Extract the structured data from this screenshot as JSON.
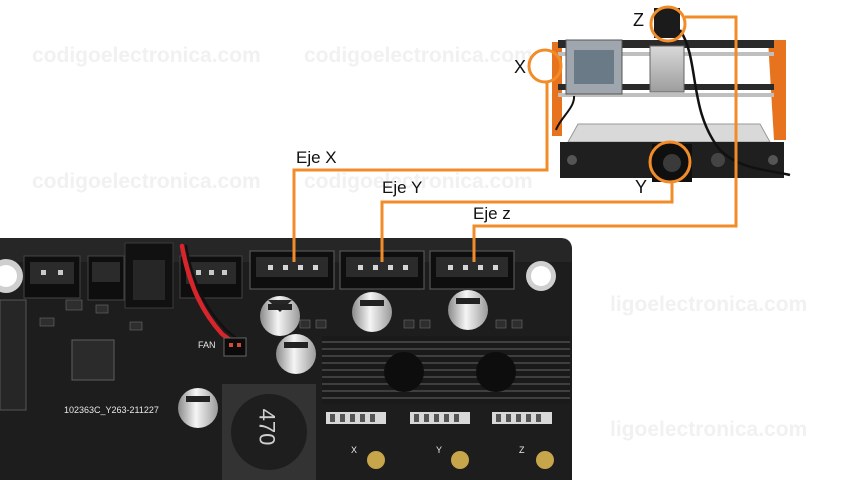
{
  "watermarks": [
    {
      "id": "wm-1",
      "text": "codigoelectronica.com"
    },
    {
      "id": "wm-2",
      "text": "codigoelectronica.com"
    },
    {
      "id": "wm-3",
      "text": "codigoelectronica.com"
    },
    {
      "id": "wm-4",
      "text": "codigoelectronica.com"
    },
    {
      "id": "wm-5",
      "text": "ligoelectronica.com"
    },
    {
      "id": "wm-6",
      "text": "ligoelectronica.com"
    }
  ],
  "wires": {
    "color": "#f28c28",
    "labels": {
      "x": "Eje X",
      "y": "Eje Y",
      "z": "Eje z"
    }
  },
  "machine": {
    "markers": {
      "x": "X",
      "y": "Y",
      "z": "Z"
    },
    "frame_color": "#e8731e"
  },
  "board": {
    "fan_label": "FAN",
    "inductor_label": "470",
    "part_number": "102363C_Y263-211227",
    "driver_labels": {
      "x": "X",
      "y": "Y",
      "z": "Z"
    }
  }
}
